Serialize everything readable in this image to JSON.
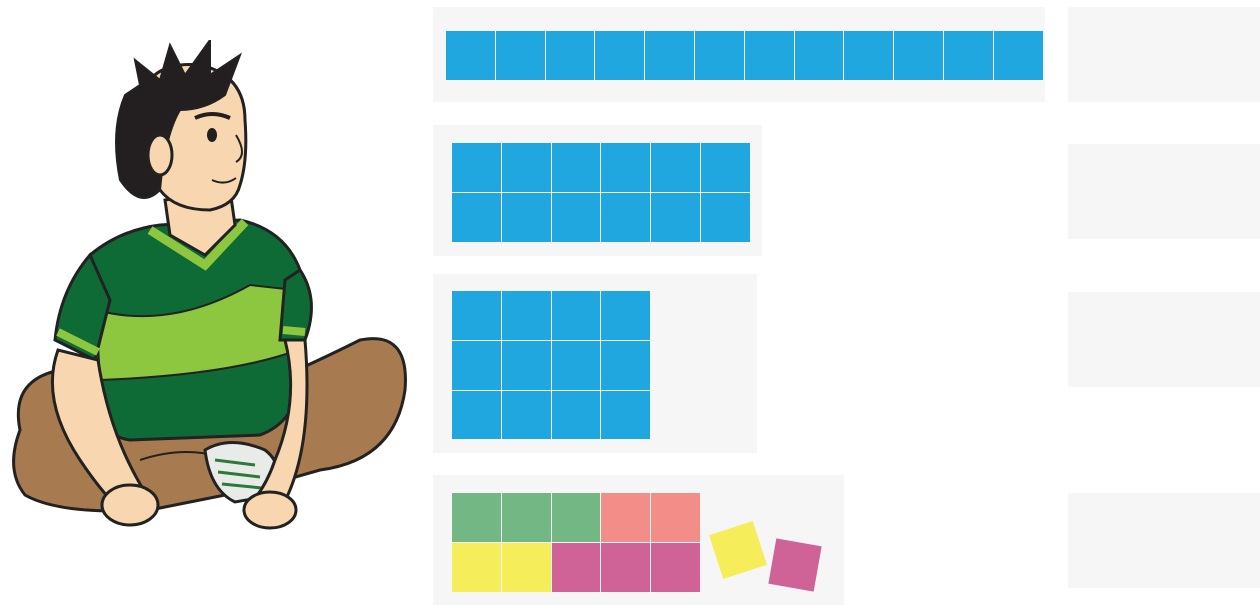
{
  "colors": {
    "panel_bg": "#f6f6f6",
    "blue": "#21a7e0",
    "green": "#72b784",
    "pink": "#f28d88",
    "yellow": "#f5ee5a",
    "magenta": "#cf6397",
    "grid_line": "#ffffff"
  },
  "arrangements": [
    {
      "name": "arrangement-1x12",
      "rows": 1,
      "cols": 12
    },
    {
      "name": "arrangement-2x6",
      "rows": 2,
      "cols": 6
    },
    {
      "name": "arrangement-3x4",
      "rows": 3,
      "cols": 4
    },
    {
      "name": "arrangement-mixed",
      "rows": 2,
      "cols": 5,
      "cells": [
        [
          "green",
          "green",
          "green",
          "pink",
          "pink"
        ],
        [
          "yellow",
          "yellow",
          "magenta",
          "magenta",
          "magenta"
        ]
      ],
      "loose_tiles": [
        "yellow",
        "magenta"
      ]
    }
  ],
  "answer_boxes": 4
}
